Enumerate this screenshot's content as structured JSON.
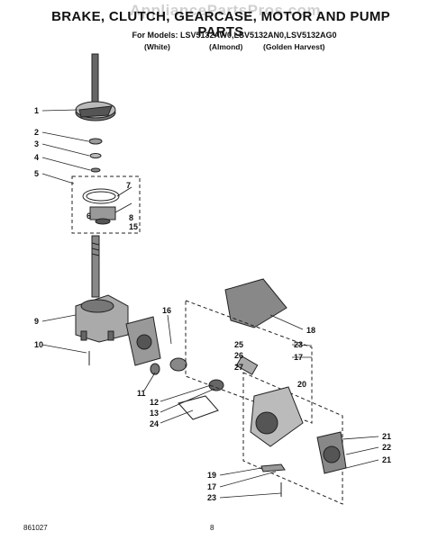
{
  "header": {
    "title": "BRAKE, CLUTCH, GEARCASE, MOTOR AND PUMP PARTS",
    "watermark": "AppliancePartsPros.com",
    "models": "For Models: LSV5132AW0,LSV5132AN0,LSV5132AG0",
    "colors": [
      "(White)",
      "(Almond)",
      "(Golden Harvest)"
    ]
  },
  "callouts": {
    "c1": "1",
    "c2": "2",
    "c3": "3",
    "c4": "4",
    "c5": "5",
    "c6": "6",
    "c7": "7",
    "c8": "8",
    "c15": "15",
    "c9": "9",
    "c10": "10",
    "c16": "16",
    "c11": "11",
    "c12": "12",
    "c13": "13",
    "c24": "24",
    "c18": "18",
    "c23a": "23",
    "c25": "25",
    "c26": "26",
    "c27": "27",
    "c17a": "17",
    "c20": "20",
    "c21a": "21",
    "c22": "22",
    "c21b": "21",
    "c19": "19",
    "c17b": "17",
    "c23b": "23"
  },
  "footer": {
    "code": "861027",
    "page": "8"
  }
}
